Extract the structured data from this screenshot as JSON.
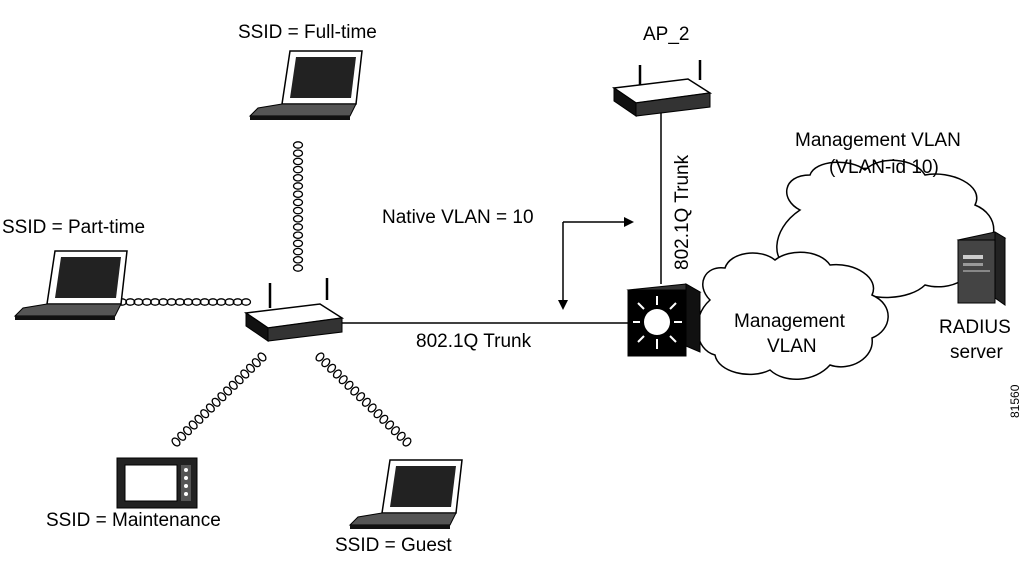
{
  "labels": {
    "ssid_fulltime": "SSID = Full-time",
    "ssid_parttime": "SSID = Part-time",
    "ssid_maintenance": "SSID = Maintenance",
    "ssid_guest": "SSID = Guest",
    "ap2": "AP_2",
    "trunk_vertical": "802.1Q Trunk",
    "trunk_horizontal": "802.1Q Trunk",
    "native_vlan": "Native VLAN = 10",
    "mgmt_vlan_title_line1": "Management VLAN",
    "mgmt_vlan_title_line2": "(VLAN-id 10)",
    "mgmt_cloud_line1": "Management",
    "mgmt_cloud_line2": "VLAN",
    "radius_line1": "RADIUS",
    "radius_line2": "server",
    "figure_id": "81560"
  },
  "colors": {
    "line": "#000000",
    "device_dark": "#111111",
    "device_light": "#ffffff",
    "cloud_fill": "#ffffff"
  }
}
